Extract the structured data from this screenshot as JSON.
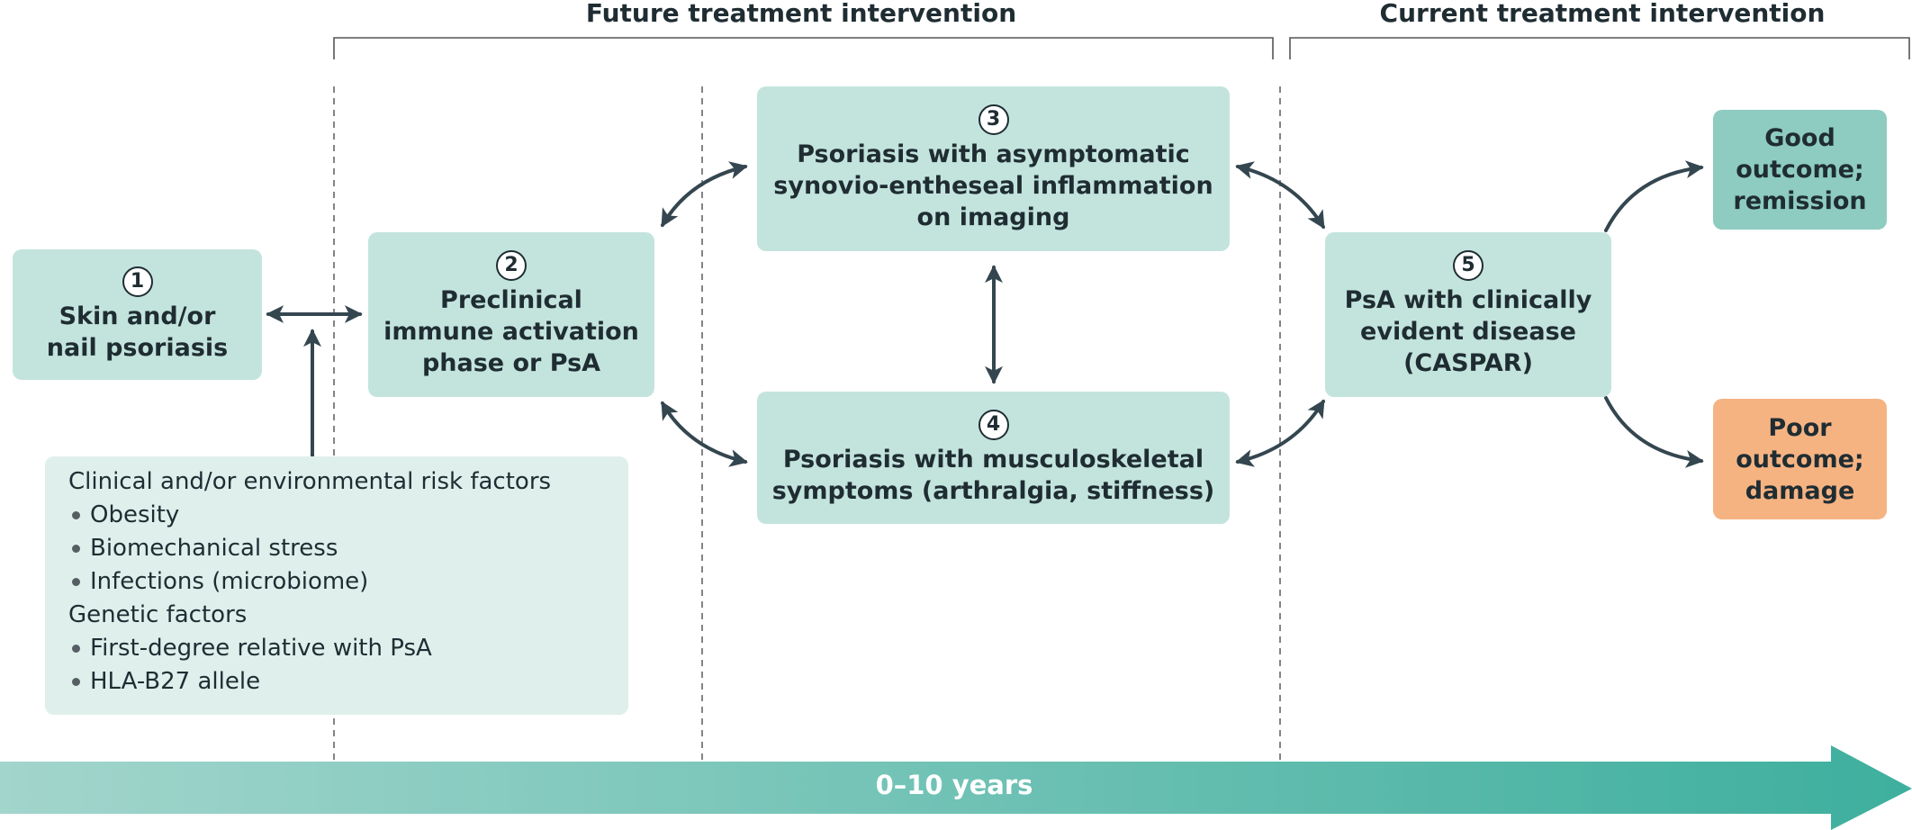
{
  "headers": {
    "future": "Future treatment intervention",
    "current": "Current treatment intervention"
  },
  "boxes": {
    "b1": {
      "num": "1",
      "lines": [
        "Skin and/or",
        "nail psoriasis"
      ]
    },
    "b2": {
      "num": "2",
      "lines": [
        "Preclinical",
        "immune activation",
        "phase or PsA"
      ]
    },
    "b3": {
      "num": "3",
      "lines": [
        "Psoriasis with asymptomatic",
        "synovio-entheseal inflammation",
        "on imaging"
      ]
    },
    "b4": {
      "num": "4",
      "lines": [
        "Psoriasis with musculoskeletal",
        "symptoms (arthralgia, stiffness)"
      ]
    },
    "b5": {
      "num": "5",
      "lines": [
        "PsA with clinically",
        "evident disease",
        "(CASPAR)"
      ]
    },
    "good": {
      "lines": [
        "Good",
        "outcome;",
        "remission"
      ]
    },
    "poor": {
      "lines": [
        "Poor",
        "outcome;",
        "damage"
      ]
    }
  },
  "risk_factors": {
    "heading1": "Clinical and/or environmental risk factors",
    "items1": [
      "Obesity",
      "Biomechanical stress",
      "Infections (microbiome)"
    ],
    "heading2": "Genetic factors",
    "items2": [
      "First-degree relative with PsA",
      "HLA-B27 allele"
    ]
  },
  "timeline": {
    "label": "0–10 years"
  },
  "colors": {
    "box_light": "#c3e4dd",
    "box_good": "#8ecbc0",
    "box_poor": "#f6b382",
    "risk_box": "#dfefec",
    "arrow": "#34464f",
    "timeline_start": "#9fd3ca",
    "timeline_end": "#3fb09f"
  }
}
